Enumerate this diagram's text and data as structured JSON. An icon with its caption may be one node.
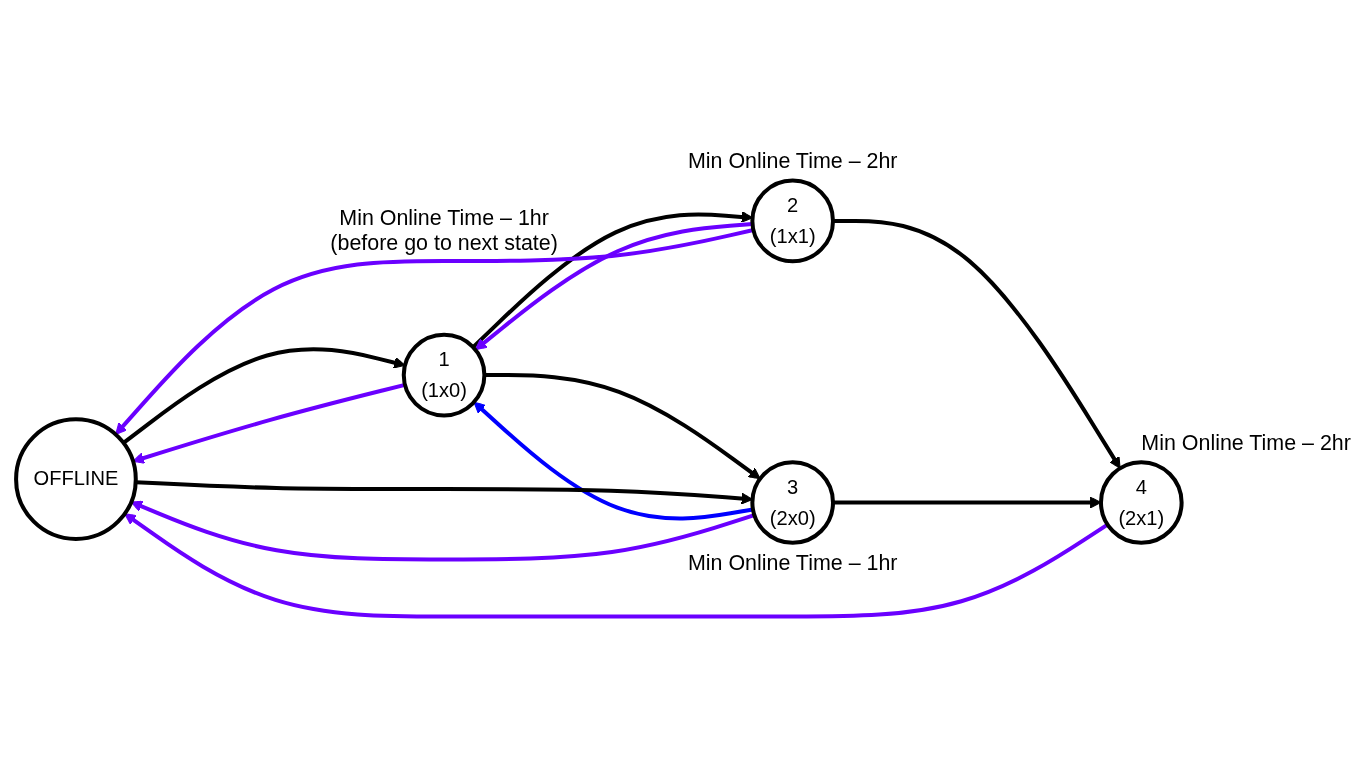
{
  "diagram": {
    "nodes": [
      {
        "text": [
          "OFFLINE"
        ]
      },
      {
        "text": [
          "1",
          "(1x0)"
        ],
        "beside": [
          "Min Online Time – 1hr (before go to next state)"
        ]
      },
      {
        "text": [
          "2",
          "(1x1)"
        ],
        "beside": [
          "Min Online Time – 2hr"
        ]
      },
      {
        "text": [
          "3",
          "(2x0)"
        ],
        "beside": [
          "Min Online Time – 1hr"
        ]
      },
      {
        "text": [
          "4",
          "(2x1)"
        ],
        "beside": [
          "Min Online Time – 2hr"
        ]
      }
    ],
    "edges": [
      {
        "from": 0,
        "to": 1,
        "arrow": "to"
      },
      {
        "from": 1,
        "to": 2,
        "arrow": "to"
      },
      {
        "from": 2,
        "to": 1,
        "arrow": "to",
        "color": "#6a00ff"
      },
      {
        "from": 1,
        "to": 0,
        "arrow": "to",
        "color": "#6a00ff"
      },
      {
        "from": 2,
        "to": 0,
        "arrow": "to",
        "color": "#6a00ff"
      },
      {
        "from": 1,
        "to": 3,
        "arrow": "to"
      },
      {
        "from": 3,
        "to": 1,
        "arrow": "to",
        "color": "#0000ff"
      },
      {
        "from": 2,
        "to": 4,
        "arrow": "to"
      },
      {
        "from": 0,
        "to": 3,
        "arrow": "to"
      },
      {
        "from": 3,
        "to": 0,
        "arrow": "to",
        "color": "#6a00ff"
      },
      {
        "from": 3,
        "to": 4,
        "arrow": "to"
      },
      {
        "from": 4,
        "to": 0,
        "arrow": "to",
        "color": "#6a00ff"
      }
    ]
  }
}
